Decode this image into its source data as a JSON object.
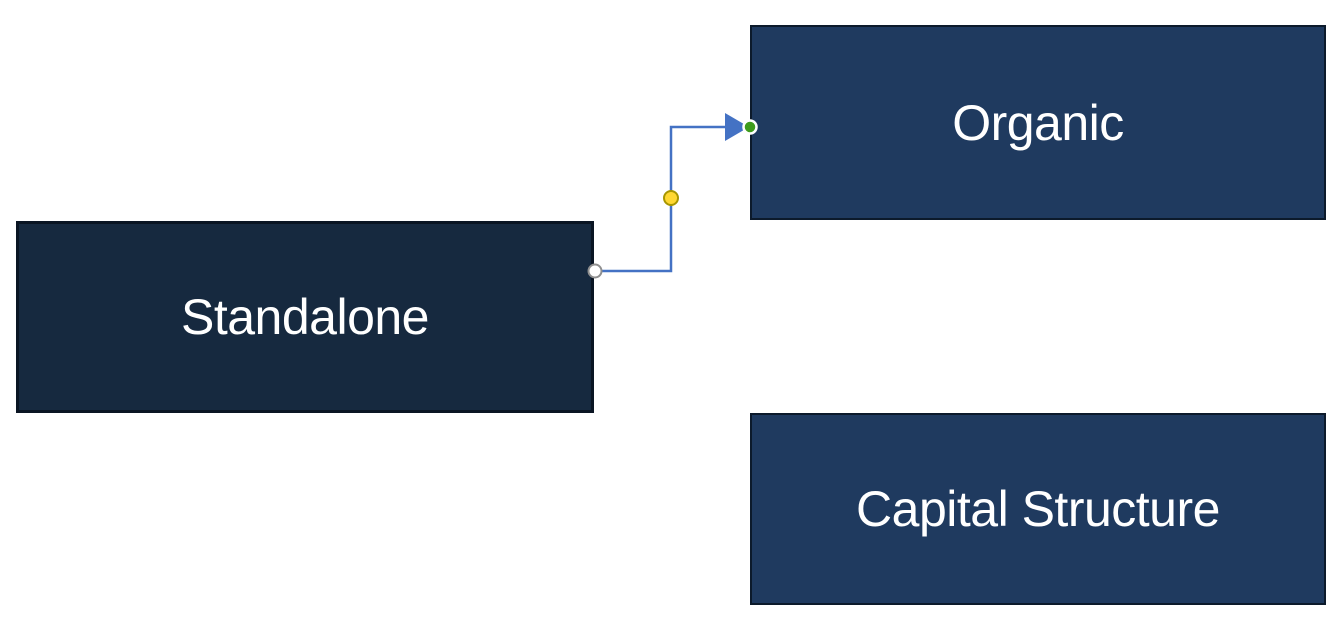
{
  "diagram": {
    "nodes": [
      {
        "id": "standalone",
        "label": "Standalone"
      },
      {
        "id": "organic",
        "label": "Organic"
      },
      {
        "id": "capital-structure",
        "label": "Capital Structure"
      }
    ],
    "connector": {
      "from": "Standalone",
      "to": "Organic",
      "style": "elbow",
      "arrow": "triangle-right",
      "selected": true,
      "handles": [
        {
          "name": "start-handle",
          "state": "unselected-endpoint"
        },
        {
          "name": "adjust-handle",
          "state": "elbow-adjustment"
        },
        {
          "name": "end-handle",
          "state": "connected-endpoint"
        }
      ]
    }
  },
  "colors": {
    "background": "#FFFFFF",
    "node_fill_standalone": "#16293F",
    "node_border_standalone": "#0A1523",
    "node_fill_right": "#1F3A5F",
    "node_border_right": "#0C1A2B",
    "node_text": "#FFFFFF",
    "connector": "#4472C4",
    "start_handle_fill": "#FFFFFF",
    "start_handle_border": "#8F8F8F",
    "adjust_handle_fill": "#FFD832",
    "adjust_handle_border": "#A89600",
    "end_handle_fill": "#3F9C1C",
    "end_handle_border": "#FFFFFF"
  }
}
